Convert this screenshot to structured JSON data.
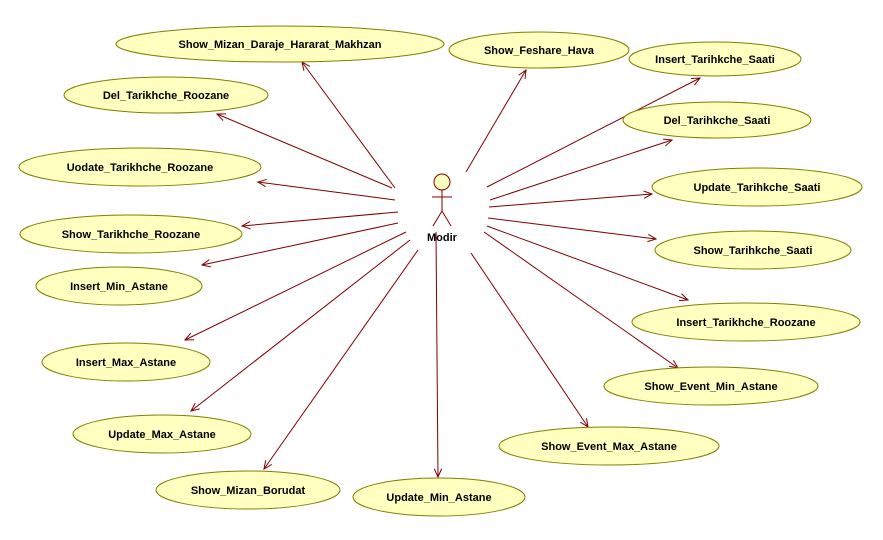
{
  "actor": {
    "name": "Modir",
    "icon": "stick-figure-actor-icon"
  },
  "use_cases": [
    "Show_Mizan_Daraje_Hararat_Makhzan",
    "Show_Feshare_Hava",
    "Insert_Tarihkche_Saati",
    "Del_Tarikhche_Roozane",
    "Del_Tarihkche_Saati",
    "Uodate_Tarikhche_Roozane",
    "Update_Tarihkche_Saati",
    "Show_Tarikhche_Roozane",
    "Show_Tarihkche_Saati",
    "Insert_Min_Astane",
    "Insert_Tarikhche_Roozane",
    "Insert_Max_Astane",
    "Show_Event_Min_Astane",
    "Update_Max_Astane",
    "Show_Event_Max_Astane",
    "Show_Mizan_Borudat",
    "Update_Min_Astane"
  ],
  "colors": {
    "use_case_fill": "#ffffc0",
    "use_case_border": "#808000",
    "association_line": "#800000"
  }
}
